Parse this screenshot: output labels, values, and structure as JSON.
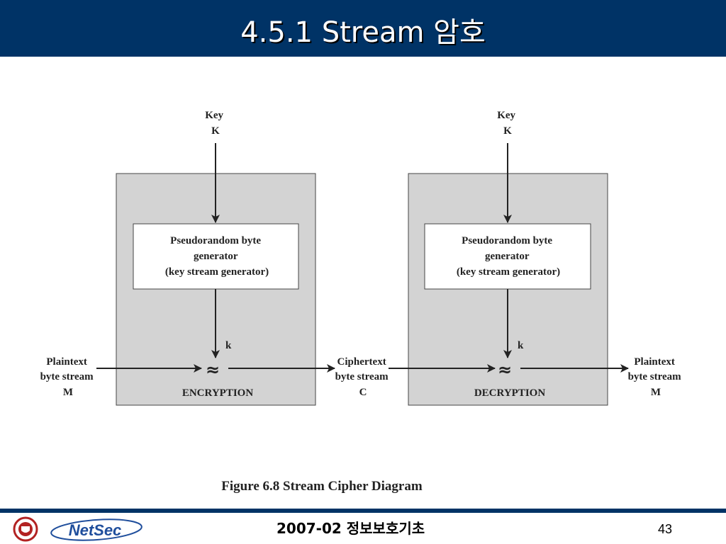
{
  "slide": {
    "title": "4.5.1 Stream 암호",
    "footer_text": "2007-02 정보보호기초",
    "page_number": "43",
    "logo_text": "NetSec"
  },
  "colors": {
    "title_bar": "#003366",
    "panel_fill": "#d3d3d3",
    "logo_blue": "#1f4e9c",
    "seal_red": "#b22222"
  },
  "diagram": {
    "caption": "Figure 6.8  Stream Cipher Diagram",
    "encryption": {
      "key_label": [
        "Key",
        "K"
      ],
      "generator_label": [
        "Pseudorandom byte",
        "generator",
        "(key stream generator)"
      ],
      "k_label": "k",
      "xor_symbol": "≈",
      "panel_label": "ENCRYPTION",
      "input_label": [
        "Plaintext",
        "byte stream",
        "M"
      ]
    },
    "ciphertext_label": [
      "Ciphertext",
      "byte stream",
      "C"
    ],
    "decryption": {
      "key_label": [
        "Key",
        "K"
      ],
      "generator_label": [
        "Pseudorandom byte",
        "generator",
        "(key stream generator)"
      ],
      "k_label": "k",
      "xor_symbol": "≈",
      "panel_label": "DECRYPTION",
      "output_label": [
        "Plaintext",
        "byte stream",
        "M"
      ]
    }
  }
}
